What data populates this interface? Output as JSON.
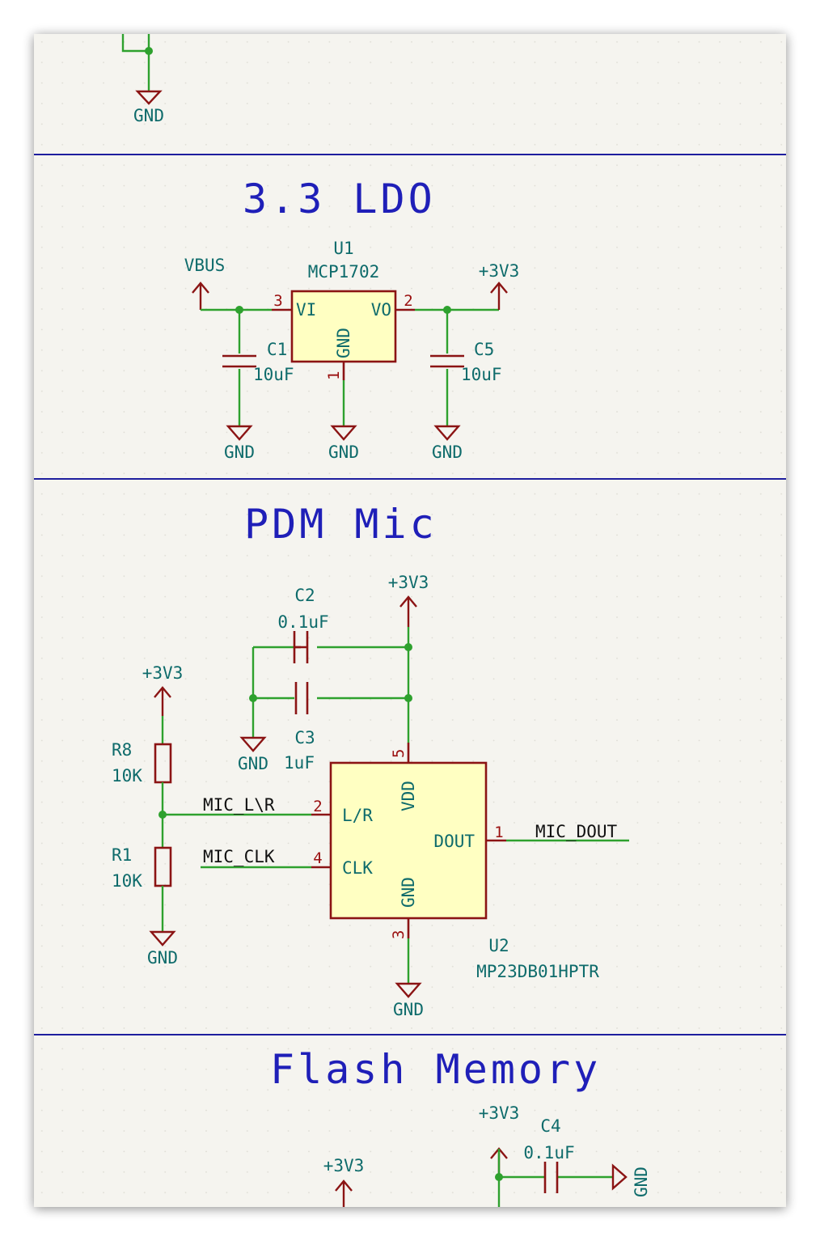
{
  "sections": [
    {
      "title": ""
    },
    {
      "title": "3.3 LDO"
    },
    {
      "title": "PDM Mic"
    },
    {
      "title": "Flash Memory"
    }
  ],
  "power": {
    "gnd": "GND",
    "vbus": "VBUS",
    "v33": "+3V3"
  },
  "ldo": {
    "u1": {
      "ref": "U1",
      "value": "MCP1702",
      "pins": {
        "vi": "VI",
        "vo": "VO",
        "gnd": "GND",
        "vi_num": "3",
        "vo_num": "2",
        "gnd_num": "1"
      }
    },
    "c1": {
      "ref": "C1",
      "value": "10uF"
    },
    "c5": {
      "ref": "C5",
      "value": "10uF"
    }
  },
  "mic": {
    "u2": {
      "ref": "U2",
      "value": "MP23DB01HPTR",
      "pins": {
        "lr": "L/R",
        "clk": "CLK",
        "vdd": "VDD",
        "dout": "DOUT",
        "gnd": "GND",
        "lr_num": "2",
        "clk_num": "4",
        "vdd_num": "5",
        "dout_num": "1",
        "gnd_num": "3"
      }
    },
    "c2": {
      "ref": "C2",
      "value": "0.1uF"
    },
    "c3": {
      "ref": "C3",
      "value": "1uF"
    },
    "r8": {
      "ref": "R8",
      "value": "10K"
    },
    "r1": {
      "ref": "R1",
      "value": "10K"
    },
    "labels": {
      "lr": "MIC_L\\R",
      "clk": "MIC_CLK",
      "dout": "MIC_DOUT"
    }
  },
  "flash": {
    "c4": {
      "ref": "C4",
      "value": "0.1uF"
    }
  },
  "colors": {
    "sheet": "#f5f4ef",
    "wire": "#2ea12e",
    "component": "#8b1414",
    "body": "#ffffc2",
    "text": "#0e6b6b",
    "title": "#1f1fb8",
    "separator": "#1e1e9e"
  }
}
